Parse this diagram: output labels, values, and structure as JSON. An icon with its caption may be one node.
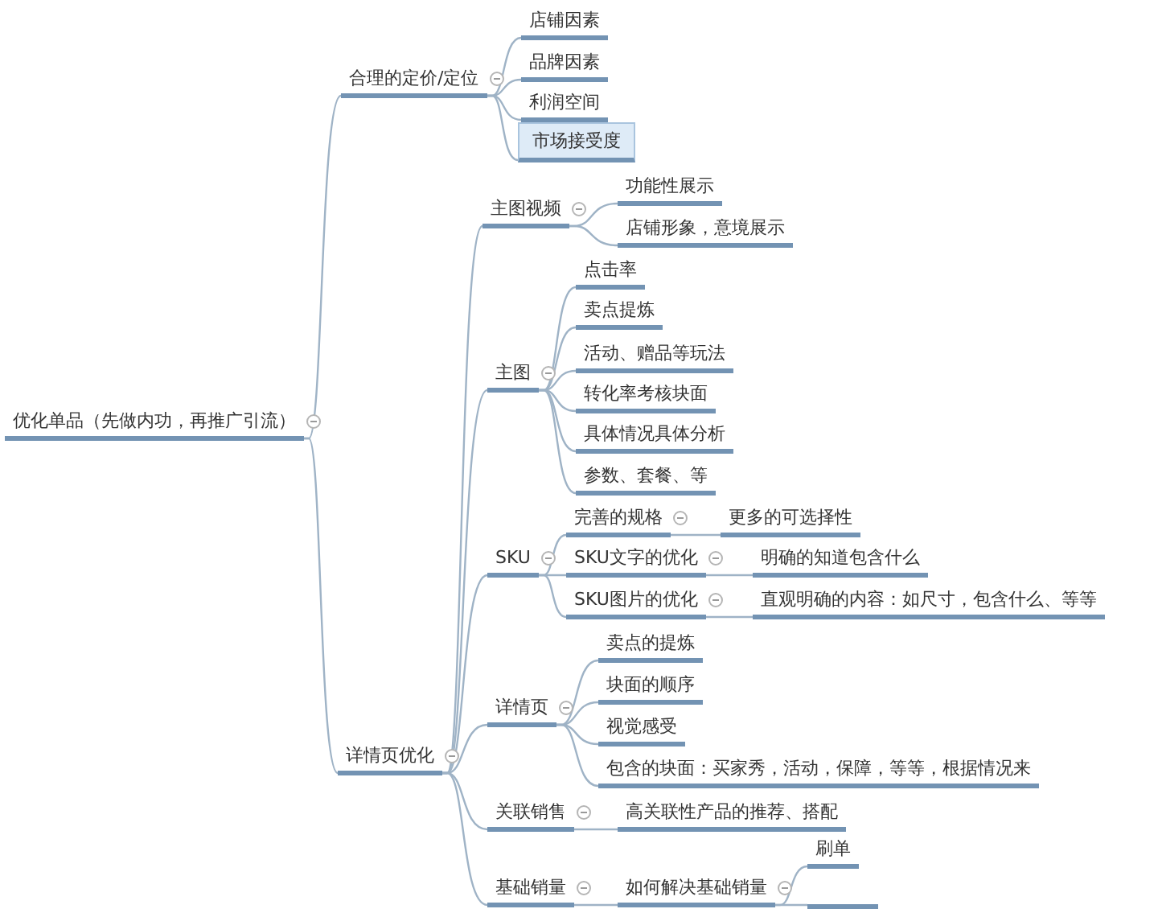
{
  "diagram": {
    "nodes": [
      {
        "text": [
          "优化单品（先做内功，再推广引流）"
        ]
      },
      {
        "text": [
          "合理的定价/定位"
        ]
      },
      {
        "text": [
          "店铺因素"
        ]
      },
      {
        "text": [
          "品牌因素"
        ]
      },
      {
        "text": [
          "利润空间"
        ]
      },
      {
        "text": [
          "市场接受度"
        ]
      },
      {
        "text": [
          "详情页优化"
        ]
      },
      {
        "text": [
          "主图视频"
        ]
      },
      {
        "text": [
          "功能性展示"
        ]
      },
      {
        "text": [
          "店铺形象，意境展示"
        ]
      },
      {
        "text": [
          "主图"
        ]
      },
      {
        "text": [
          "点击率"
        ]
      },
      {
        "text": [
          "卖点提炼"
        ]
      },
      {
        "text": [
          "活动、赠品等玩法"
        ]
      },
      {
        "text": [
          "转化率考核块面"
        ]
      },
      {
        "text": [
          "具体情况具体分析"
        ]
      },
      {
        "text": [
          "参数、套餐、等"
        ]
      },
      {
        "text": [
          "SKU"
        ]
      },
      {
        "text": [
          "完善的规格"
        ]
      },
      {
        "text": [
          "更多的可选择性"
        ]
      },
      {
        "text": [
          "SKU文字的优化"
        ]
      },
      {
        "text": [
          "明确的知道包含什么"
        ]
      },
      {
        "text": [
          "SKU图片的优化"
        ]
      },
      {
        "text": [
          "直观明确的内容：如尺寸，包含什么、等等"
        ]
      },
      {
        "text": [
          "详情页"
        ]
      },
      {
        "text": [
          "卖点的提炼"
        ]
      },
      {
        "text": [
          "块面的顺序"
        ]
      },
      {
        "text": [
          "视觉感受"
        ]
      },
      {
        "text": [
          "包含的块面：买家秀，活动，保障，等等，根据情况来"
        ]
      },
      {
        "text": [
          "关联销售"
        ]
      },
      {
        "text": [
          "高关联性产品的推荐、搭配"
        ]
      },
      {
        "text": [
          "基础销量"
        ]
      },
      {
        "text": [
          "如何解决基础销量"
        ]
      },
      {
        "text": [
          "刷单"
        ]
      },
      {
        "text": [],
        "shape": "bar"
      }
    ],
    "edges": [
      {
        "from": 0,
        "to": 1,
        "arrow": "none"
      },
      {
        "from": 1,
        "to": 2,
        "arrow": "none"
      },
      {
        "from": 1,
        "to": 3,
        "arrow": "none"
      },
      {
        "from": 1,
        "to": 4,
        "arrow": "none"
      },
      {
        "from": 1,
        "to": 5,
        "arrow": "none"
      },
      {
        "from": 0,
        "to": 6,
        "arrow": "none"
      },
      {
        "from": 6,
        "to": 7,
        "arrow": "none"
      },
      {
        "from": 7,
        "to": 8,
        "arrow": "none"
      },
      {
        "from": 7,
        "to": 9,
        "arrow": "none"
      },
      {
        "from": 6,
        "to": 10,
        "arrow": "none"
      },
      {
        "from": 10,
        "to": 11,
        "arrow": "none"
      },
      {
        "from": 10,
        "to": 12,
        "arrow": "none"
      },
      {
        "from": 10,
        "to": 13,
        "arrow": "none"
      },
      {
        "from": 10,
        "to": 14,
        "arrow": "none"
      },
      {
        "from": 10,
        "to": 15,
        "arrow": "none"
      },
      {
        "from": 10,
        "to": 16,
        "arrow": "none"
      },
      {
        "from": 6,
        "to": 17,
        "arrow": "none"
      },
      {
        "from": 17,
        "to": 18,
        "arrow": "none"
      },
      {
        "from": 18,
        "to": 19,
        "arrow": "none"
      },
      {
        "from": 17,
        "to": 20,
        "arrow": "none"
      },
      {
        "from": 20,
        "to": 21,
        "arrow": "none"
      },
      {
        "from": 17,
        "to": 22,
        "arrow": "none"
      },
      {
        "from": 22,
        "to": 23,
        "arrow": "none"
      },
      {
        "from": 6,
        "to": 24,
        "arrow": "none"
      },
      {
        "from": 24,
        "to": 25,
        "arrow": "none"
      },
      {
        "from": 24,
        "to": 26,
        "arrow": "none"
      },
      {
        "from": 24,
        "to": 27,
        "arrow": "none"
      },
      {
        "from": 24,
        "to": 28,
        "arrow": "none"
      },
      {
        "from": 6,
        "to": 29,
        "arrow": "none"
      },
      {
        "from": 29,
        "to": 30,
        "arrow": "none"
      },
      {
        "from": 6,
        "to": 31,
        "arrow": "none"
      },
      {
        "from": 31,
        "to": 32,
        "arrow": "none"
      },
      {
        "from": 32,
        "to": 33,
        "arrow": "none"
      },
      {
        "from": 32,
        "to": 34,
        "arrow": "none"
      }
    ]
  }
}
